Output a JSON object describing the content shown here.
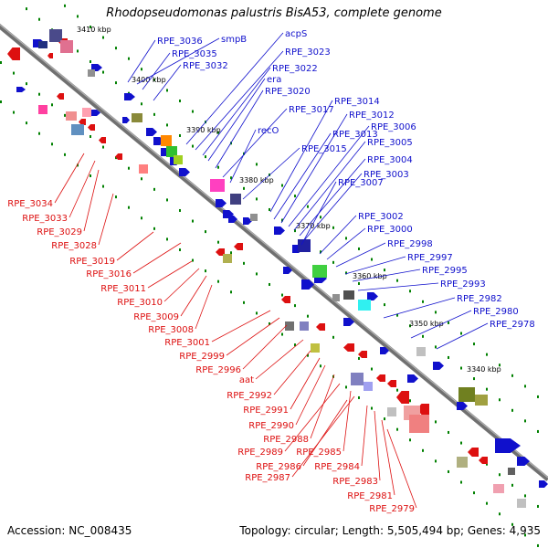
{
  "title": "Rhodopseudomonas palustris BisA53, complete genome",
  "footer": {
    "accession": "Accession: NC_008435",
    "info": "Topology: circular; Length: 5,505,494 bp; Genes: 4,935"
  },
  "colors": {
    "forward": "#1010cc",
    "reverse": "#dd1010",
    "axis": "#808080",
    "tick": "#008000"
  },
  "scale_labels": [
    "3410 kbp",
    "3400 kbp",
    "3390 kbp",
    "3380 kbp",
    "3370 kbp",
    "3360 kbp",
    "3350 kbp",
    "3340 kbp"
  ],
  "forward_labels": [
    "RPE_3036",
    "smpB",
    "RPE_3035",
    "RPE_3032",
    "acpS",
    "RPE_3023",
    "RPE_3022",
    "era",
    "RPE_3020",
    "RPE_3017",
    "recO",
    "RPE_3015",
    "RPE_3014",
    "RPE_3013",
    "RPE_3012",
    "RPE_3006",
    "RPE_3005",
    "RPE_3004",
    "RPE_3003",
    "RPE_3007",
    "RPE_3002",
    "RPE_3000",
    "RPE_2998",
    "RPE_2997",
    "RPE_2995",
    "RPE_2993",
    "RPE_2982",
    "RPE_2980",
    "RPE_2978"
  ],
  "reverse_labels": [
    "RPE_3034",
    "RPE_3033",
    "RPE_3029",
    "RPE_3028",
    "RPE_3019",
    "RPE_3016",
    "RPE_3011",
    "RPE_3010",
    "RPE_3009",
    "RPE_3008",
    "RPE_3001",
    "RPE_2999",
    "RPE_2996",
    "aat",
    "RPE_2992",
    "RPE_2991",
    "RPE_2990",
    "RPE_2988",
    "RPE_2989",
    "RPE_2985",
    "RPE_2986",
    "RPE_2984",
    "RPE_2987",
    "RPE_2983",
    "RPE_2981",
    "RPE_2979"
  ]
}
